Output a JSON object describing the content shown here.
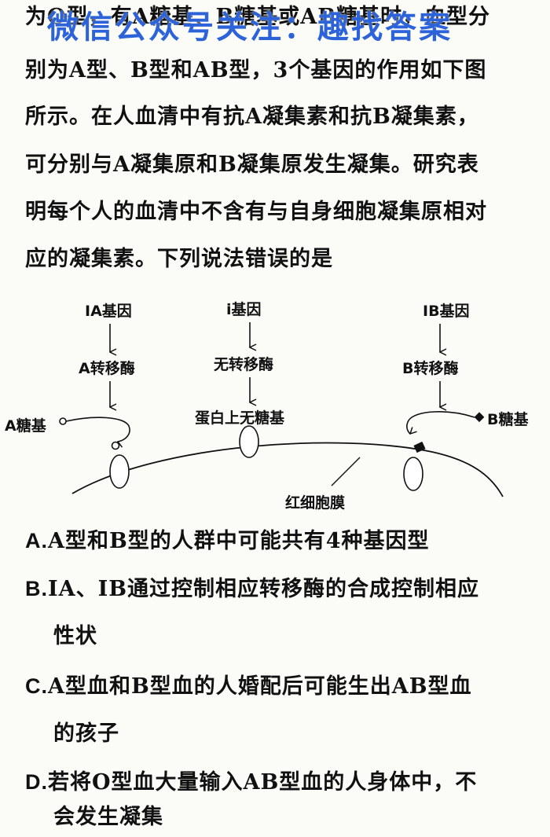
{
  "watermark": "微信公众号关注：趣找答案",
  "stem": {
    "lines": [
      "为O型，有A糖基、B糖基或AB糖基时，血型分",
      "别为A型、B型和AB型，3个基因的作用如下图",
      "所示。在人血清中有抗A凝集素和抗B凝集素，",
      "可分别与A凝集原和B凝集原发生凝集。研究表",
      "明每个人的血清中不含有与自身细胞凝集原相对",
      "应的凝集素。下列说法错误的是"
    ]
  },
  "diagram": {
    "ia_gene": "IA基因",
    "i_gene": "i基因",
    "ib_gene": "IB基因",
    "a_enzyme": "A转移酶",
    "no_enzyme": "无转移酶",
    "b_enzyme": "B转移酶",
    "a_sugar": "A糖基",
    "no_sugar_protein": "蛋白上无糖基",
    "b_sugar": "B糖基",
    "membrane": "红细胞膜"
  },
  "options": [
    {
      "label": "A.",
      "text": "A型和B型的人群中可能共有4种基因型",
      "cont": ""
    },
    {
      "label": "B.",
      "text": "IA、IB通过控制相应转移酶的合成控制相应",
      "cont": "性状"
    },
    {
      "label": "C.",
      "text": "A型血和B型血的人婚配后可能生出AB型血",
      "cont": "的孩子"
    },
    {
      "label": "D.",
      "text": "若将O型血大量输入AB型血的人身体中，不",
      "cont": "会发生凝集"
    }
  ]
}
